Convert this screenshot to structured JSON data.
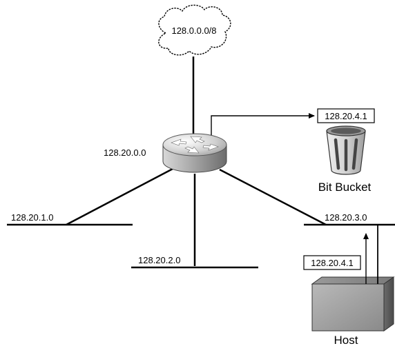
{
  "nodes": {
    "internet_cloud": {
      "label": "128.0.0.0/8"
    },
    "router": {
      "label": "128.20.0.0"
    },
    "bit_bucket": {
      "label": "Bit Bucket",
      "destination_box": "128.20.4.1"
    },
    "host": {
      "label": "Host",
      "packet_box": "128.20.4.1"
    }
  },
  "networks": [
    {
      "id": "net1",
      "label": "128.20.1.0"
    },
    {
      "id": "net2",
      "label": "128.20.2.0"
    },
    {
      "id": "net3",
      "label": "128.20.3.0"
    }
  ],
  "colors": {
    "line": "#000000",
    "router_gradient": [
      "#f4f4f4",
      "#b8b8b8",
      "#7a7a7a"
    ],
    "host_gradient": [
      "#b8b8b8",
      "#7f7f7f"
    ],
    "bucket_gradient": [
      "#fafafa",
      "#b0b0b0"
    ]
  }
}
